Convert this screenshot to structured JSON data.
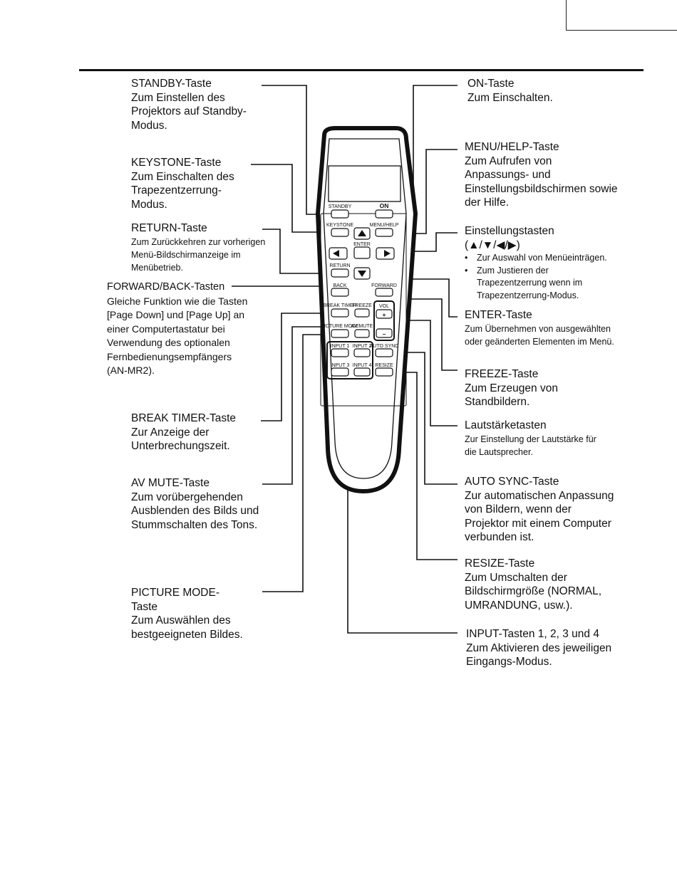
{
  "callouts": {
    "standby": {
      "title": "STANDBY-Taste",
      "desc": "Zum Einstellen des Projektors auf Standby-Modus."
    },
    "keystone": {
      "title": "KEYSTONE-Taste",
      "desc": "Zum Einschalten des Trapezentzerrung-Modus."
    },
    "return": {
      "title": "RETURN-Taste",
      "desc": "Zum Zurückkehren zur vorherigen Menü-Bildschirmanzeige im Menübetrieb."
    },
    "forward_back": {
      "title": "FORWARD/BACK-Tasten",
      "desc": "Gleiche Funktion wie die Tasten [Page Down] und [Page Up] an einer Computertastatur bei Verwendung des optionalen Fernbedienungsempfängers (AN-MR2)."
    },
    "break_timer": {
      "title": "BREAK TIMER-Taste",
      "desc": "Zur Anzeige der Unterbrechungszeit."
    },
    "av_mute": {
      "title": "AV MUTE-Taste",
      "desc": "Zum vorübergehenden Ausblenden des Bilds und Stummschalten des Tons."
    },
    "picture_mode": {
      "title": "PICTURE MODE-Taste",
      "desc": "Zum Auswählen des bestgeeigneten Bildes."
    },
    "on": {
      "title": "ON-Taste",
      "desc": "Zum Einschalten."
    },
    "menu_help": {
      "title": "MENU/HELP-Taste",
      "desc": "Zum Aufrufen von Anpassungs- und Einstellungsbildschirmen sowie der Hilfe."
    },
    "adjust": {
      "title": "Einstellungstasten",
      "subtitle": "(▲/▼/◀/▶)",
      "bullets": [
        "Zur Auswahl von Menüeinträgen.",
        "Zum Justieren der Trapezentzerrung wenn im Trapezentzerrung-Modus."
      ]
    },
    "enter": {
      "title": "ENTER-Taste",
      "desc": "Zum Übernehmen von ausgewählten oder geänderten Elementen im Menü."
    },
    "freeze": {
      "title": "FREEZE-Taste",
      "desc": "Zum Erzeugen von Standbildern."
    },
    "volume": {
      "title": "Lautstärketasten",
      "desc": "Zur Einstellung der Lautstärke für die Lautsprecher."
    },
    "auto_sync": {
      "title": "AUTO SYNC-Taste",
      "desc": "Zur automatischen Anpassung von Bildern, wenn der Projektor mit einem Computer verbunden ist."
    },
    "resize": {
      "title": "RESIZE-Taste",
      "desc": "Zum Umschalten der Bildschirmgröße (NORMAL, UMRANDUNG, usw.)."
    },
    "input": {
      "title": "INPUT-Tasten 1, 2, 3 und 4",
      "desc": "Zum Aktivieren des jeweiligen Eingangs-Modus."
    }
  },
  "remote_labels": {
    "standby": "STANDBY",
    "on": "ON",
    "keystone": "KEYSTONE",
    "menu_help": "MENU/HELP",
    "enter": "ENTER",
    "return": "RETURN",
    "back": "BACK",
    "forward": "FORWARD",
    "break_timer": "BREAK TIMER",
    "freeze": "FREEZE",
    "vol": "VOL",
    "picture_mode": "PICTURE MODE",
    "av_mute": "AV MUTE",
    "input1": "INPUT 1",
    "input2": "INPUT 2",
    "auto_sync": "AUTO SYNC",
    "input3": "INPUT 3",
    "input4": "INPUT 4",
    "resize": "RESIZE",
    "plus": "+",
    "minus": "–"
  }
}
